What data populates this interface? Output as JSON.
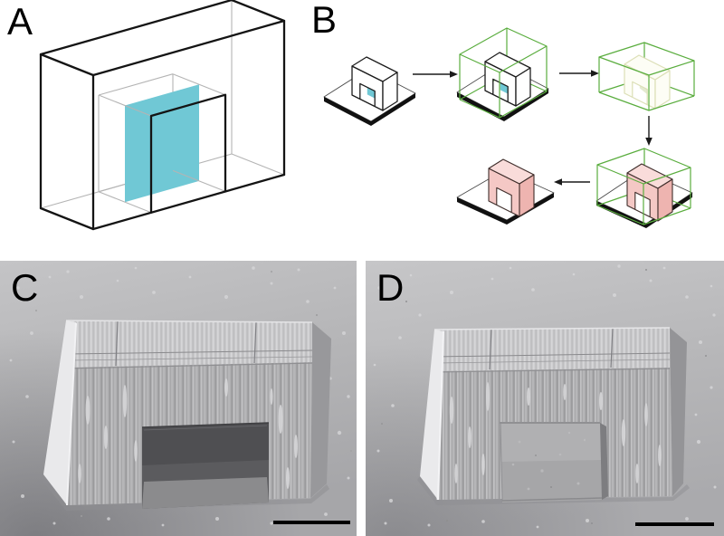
{
  "panels": {
    "a": {
      "label": "A"
    },
    "b": {
      "label": "B"
    },
    "c": {
      "label": "C"
    },
    "d": {
      "label": "D"
    }
  },
  "colors": {
    "section_plane_cyan": "#70c8d5",
    "selection_box_green": "#5aad3e",
    "released_structure_pink": "#f4c8c5",
    "pink_top_face": "#f9dcda",
    "pink_side_face": "#eeb4b0",
    "outline_black": "#141414",
    "hidden_edge_gray": "#b4b4b4",
    "sem_background_gray": "#b4b4b6",
    "sem_structure_gray": "#a9a9ab"
  },
  "workflow": {
    "steps": 5,
    "arrows": [
      "right",
      "right",
      "down",
      "left"
    ]
  }
}
